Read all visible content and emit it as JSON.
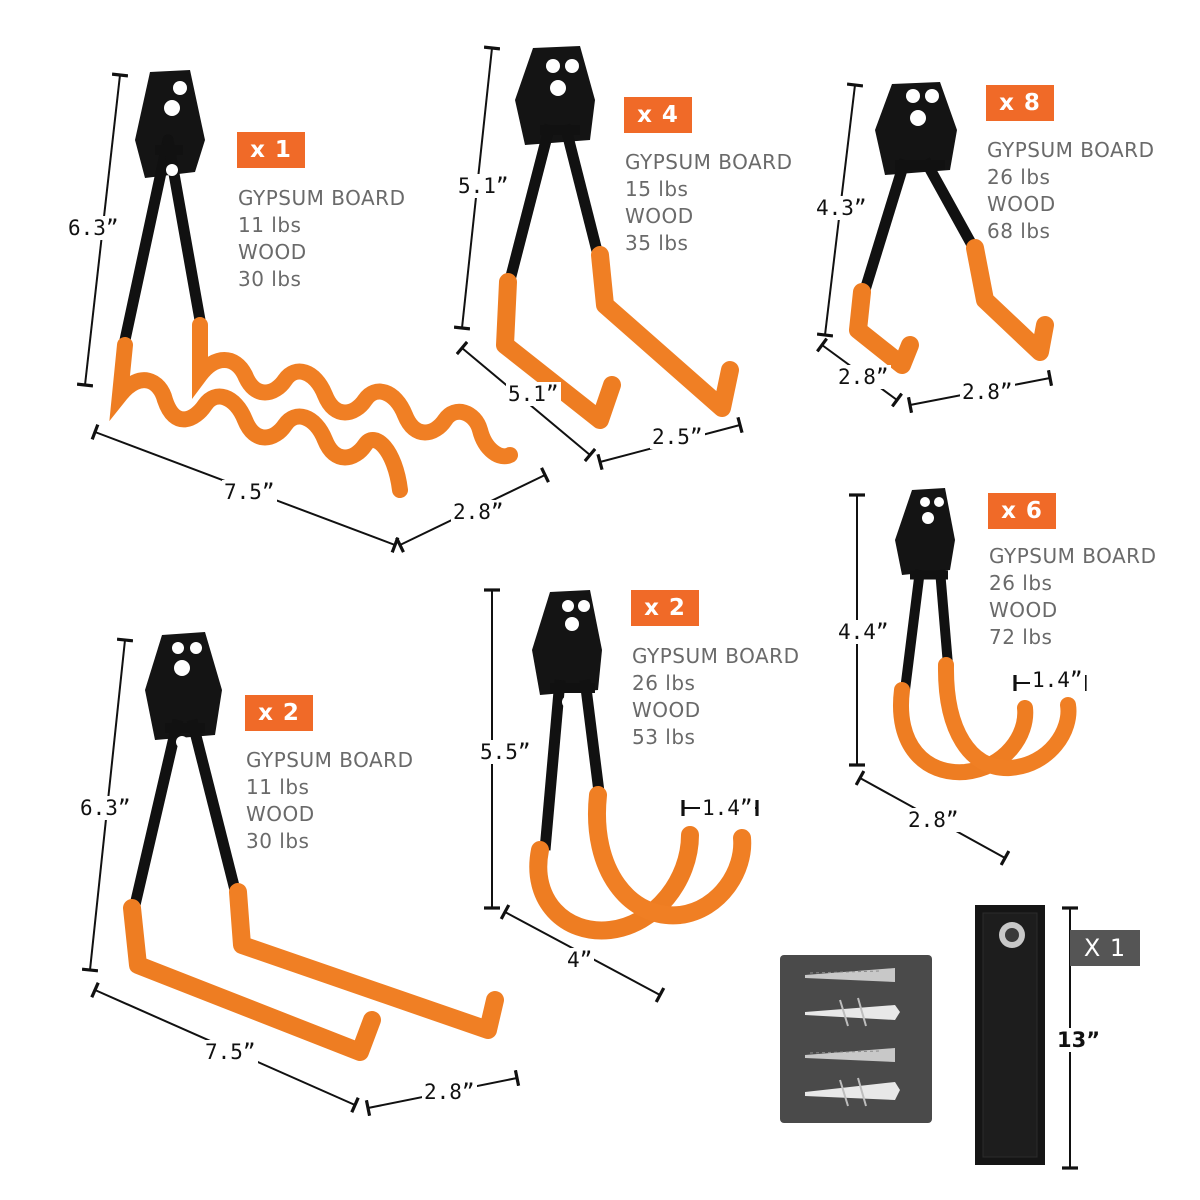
{
  "colors": {
    "accent": "#f06a28",
    "hook_metal": "#111111",
    "coating": "#ee7d22",
    "gray_badge": "#555555",
    "spec_text": "#6a6a6a"
  },
  "products": [
    {
      "id": "spiral-hook",
      "quantity": "x 1",
      "gypsum_label": "GYPSUM BOARD",
      "gypsum_load": "11 lbs",
      "wood_label": "WOOD",
      "wood_load": "30 lbs",
      "dims": {
        "height": "6.3”",
        "length": "7.5”",
        "width": "2.8”"
      }
    },
    {
      "id": "flat-hook-small",
      "quantity": "x 4",
      "gypsum_label": "GYPSUM BOARD",
      "gypsum_load": "15 lbs",
      "wood_label": "WOOD",
      "wood_load": "35 lbs",
      "dims": {
        "height": "5.1”",
        "length": "5.1”",
        "width": "2.5”"
      }
    },
    {
      "id": "flat-hook-tiny",
      "quantity": "x 8",
      "gypsum_label": "GYPSUM BOARD",
      "gypsum_load": "26 lbs",
      "wood_label": "WOOD",
      "wood_load": "68 lbs",
      "dims": {
        "height": "4.3”",
        "length": "2.8”",
        "width": "2.8”"
      }
    },
    {
      "id": "j-hook-small",
      "quantity": "x 6",
      "gypsum_label": "GYPSUM BOARD",
      "gypsum_load": "26 lbs",
      "wood_label": "WOOD",
      "wood_load": "72 lbs",
      "dims": {
        "height": "4.4”",
        "gap": "1.4”",
        "length": "2.8”"
      }
    },
    {
      "id": "flat-hook-large",
      "quantity": "x 2",
      "gypsum_label": "GYPSUM BOARD",
      "gypsum_load": "11 lbs",
      "wood_label": "WOOD",
      "wood_load": "30 lbs",
      "dims": {
        "height": "6.3”",
        "length": "7.5”",
        "width": "2.8”"
      }
    },
    {
      "id": "j-hook-large",
      "quantity": "x 2",
      "gypsum_label": "GYPSUM BOARD",
      "gypsum_load": "26 lbs",
      "wood_label": "WOOD",
      "wood_load": "53 lbs",
      "dims": {
        "height": "5.5”",
        "gap": "1.4”",
        "length": "4”"
      }
    }
  ],
  "strap": {
    "quantity": "X 1",
    "length": "13”"
  },
  "hardware": {
    "items": [
      "screw",
      "wall-anchor",
      "screw",
      "wall-anchor"
    ]
  }
}
